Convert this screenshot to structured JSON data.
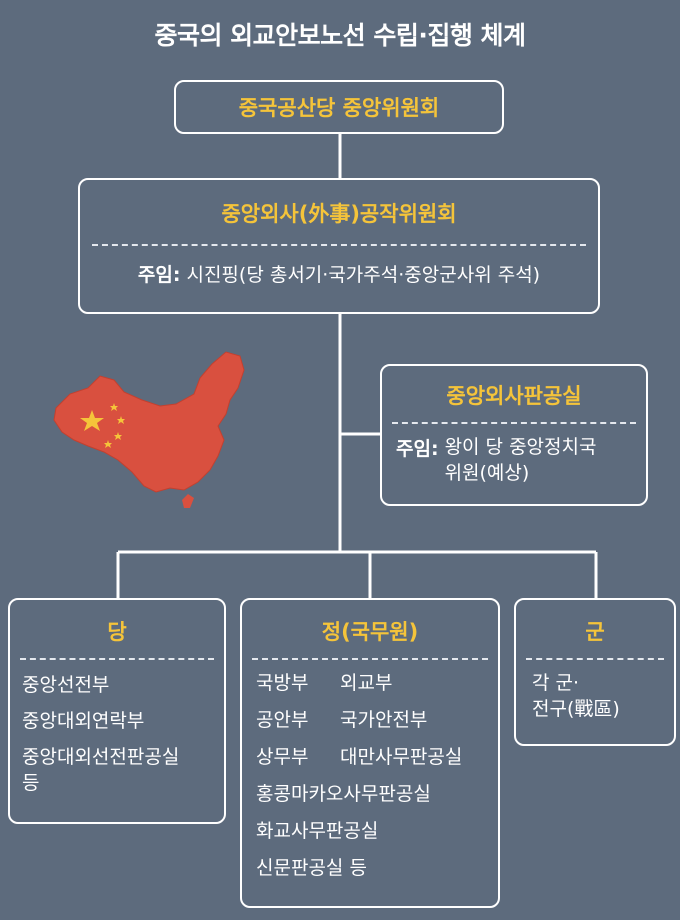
{
  "title": "중국의 외교안보노선 수립·집행 체계",
  "top_box": {
    "label": "중국공산당 중앙위원회"
  },
  "commission_box": {
    "name": "중앙외사(外事)공작위원회",
    "chair_label": "주임:",
    "chair_text": "시진핑(당 총서기·국가주석·중앙군사위 주석)"
  },
  "office_box": {
    "name": "중앙외사판공실",
    "chair_label": "주임:",
    "chair_line1": "왕이 당 중앙정치국",
    "chair_line2": "위원(예상)"
  },
  "party_box": {
    "name": "당",
    "items": [
      "중앙선전부",
      "중앙대외연락부",
      "중앙대외선전판공실",
      "등"
    ]
  },
  "state_box": {
    "name": "정(국무원)",
    "rows": [
      [
        "국방부",
        "외교부"
      ],
      [
        "공안부",
        "국가안전부"
      ],
      [
        "상무부",
        "대만사무판공실"
      ],
      [
        "홍콩마카오사무판공실"
      ],
      [
        "화교사무판공실"
      ],
      [
        "신문판공실 등"
      ]
    ]
  },
  "military_box": {
    "name": "군",
    "items": [
      "각 군·",
      "전구(戰區)"
    ]
  },
  "colors": {
    "background": "#5d6b7d",
    "accent_yellow": "#f5c43a",
    "map_red": "#d9503f",
    "border": "#ffffff"
  },
  "icons": [
    "china-map-icon",
    "china-flag-stars-icon"
  ]
}
